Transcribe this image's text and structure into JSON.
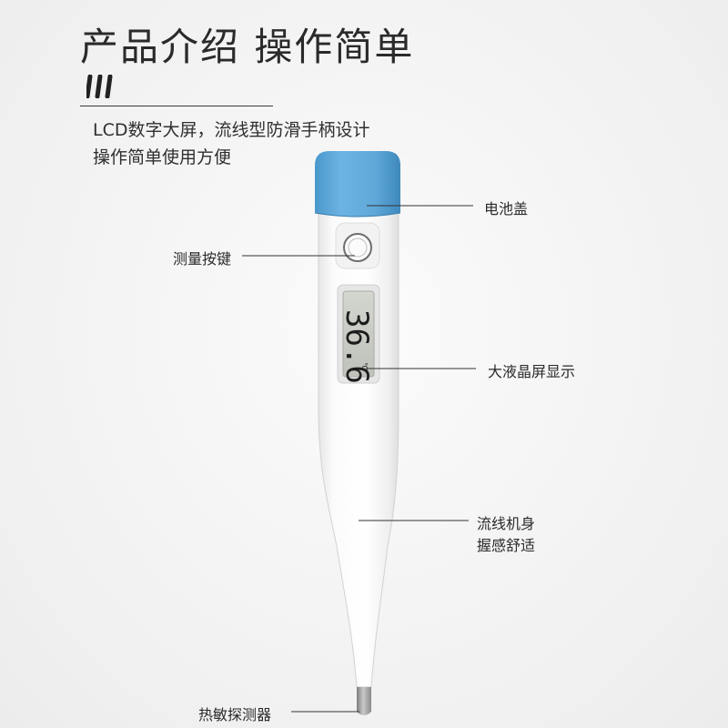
{
  "heading": {
    "title": "产品介绍 操作简单"
  },
  "description": {
    "line1": "LCD数字大屏，流线型防滑手柄设计",
    "line2": "操作简单使用方便"
  },
  "display": {
    "reading": "36.6",
    "unit": "℃"
  },
  "callouts": {
    "battery_cover": "电池盖",
    "measure_button": "测量按键",
    "large_lcd": "大液晶屏显示",
    "body_line1": "流线机身",
    "body_line2": "握感舒适",
    "probe": "热敏探测器"
  },
  "colors": {
    "cap_blue": "#5fa9d9",
    "body_white": "#f7f7f7",
    "lcd_bg": "#c9ccc4",
    "probe_metal": "#9a9a9a"
  }
}
